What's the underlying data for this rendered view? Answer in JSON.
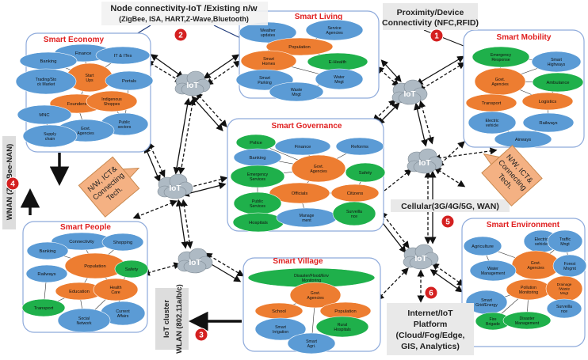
{
  "colors": {
    "blue": "#5b9bd5",
    "orange": "#ed7d31",
    "green": "#1fb04b",
    "red_title": "#e02020",
    "badge_red": "#d42020",
    "callout": "#f4b183",
    "cloud": "#aebac4",
    "box_border": "#8eaadb"
  },
  "callouts": {
    "node_title": "Node connectivity-IoT /Existing n/w",
    "node_sub": "(ZigBee, ISA, HART,Z-Wave,Bluetooth)",
    "proximity_1": "Proximity/Device",
    "proximity_2": "Connectivity (NFC,RFID)",
    "cellular": "Cellular(3G/4G/5G, WAN)",
    "wnan": "WNAN (Zig Bee-NAN)",
    "iot_cluster_1": "IoT cluster",
    "iot_cluster_2": "WLAN (802.11a/b/c)",
    "platform": [
      "Internet/IoT",
      "Platform",
      "(Cloud/Fog/Edge,",
      "GIS, Analytics)"
    ],
    "nw_left": [
      "N/W, ICT&",
      "Connecting",
      "Tech."
    ],
    "nw_right": [
      "N/W, ICT&",
      "Connecting",
      "Tech."
    ]
  },
  "badges": [
    "1",
    "2",
    "3",
    "4",
    "5",
    "6"
  ],
  "iot_label": "IoT",
  "boxes": {
    "economy": {
      "title": "Smart Economy",
      "nodes": [
        {
          "t": [
            "Finance"
          ],
          "c": "blue"
        },
        {
          "t": [
            "IT & ITes"
          ],
          "c": "blue"
        },
        {
          "t": [
            "Banking"
          ],
          "c": "blue"
        },
        {
          "t": [
            "Start",
            "Ups"
          ],
          "c": "orange"
        },
        {
          "t": [
            "Trading/Sto",
            "ck Market"
          ],
          "c": "blue"
        },
        {
          "t": [
            "Portals"
          ],
          "c": "blue"
        },
        {
          "t": [
            "Founders"
          ],
          "c": "orange"
        },
        {
          "t": [
            "Indigenous",
            "Shoppes"
          ],
          "c": "orange"
        },
        {
          "t": [
            "MNC"
          ],
          "c": "blue"
        },
        {
          "t": [
            "Public",
            "sectors"
          ],
          "c": "blue"
        },
        {
          "t": [
            "Govt.",
            "Agencies"
          ],
          "c": "blue"
        },
        {
          "t": [
            "Supply",
            "chain"
          ],
          "c": "blue"
        }
      ]
    },
    "living": {
      "title": "Smart Living",
      "nodes": [
        {
          "t": [
            "Weather",
            "updates"
          ],
          "c": "blue"
        },
        {
          "t": [
            "Service",
            "Agencies"
          ],
          "c": "blue"
        },
        {
          "t": [
            "Population"
          ],
          "c": "orange"
        },
        {
          "t": [
            "Smart",
            "Homes"
          ],
          "c": "orange"
        },
        {
          "t": [
            "E-Health"
          ],
          "c": "green"
        },
        {
          "t": [
            "Smart",
            "Parking"
          ],
          "c": "blue"
        },
        {
          "t": [
            "Water",
            "Mngt"
          ],
          "c": "blue"
        },
        {
          "t": [
            "Waste",
            "Mngt"
          ],
          "c": "blue"
        }
      ]
    },
    "mobility": {
      "title": "Smart Mobility",
      "nodes": [
        {
          "t": [
            "Emergency",
            "Response"
          ],
          "c": "green"
        },
        {
          "t": [
            "Smart",
            "Highways"
          ],
          "c": "blue"
        },
        {
          "t": [
            "Govt.",
            "Agencies"
          ],
          "c": "orange"
        },
        {
          "t": [
            "Ambulance"
          ],
          "c": "green"
        },
        {
          "t": [
            "Transport"
          ],
          "c": "orange"
        },
        {
          "t": [
            "Logistics"
          ],
          "c": "orange"
        },
        {
          "t": [
            "Electric",
            "vehicle"
          ],
          "c": "blue"
        },
        {
          "t": [
            "Railways"
          ],
          "c": "blue"
        },
        {
          "t": [
            "Airways"
          ],
          "c": "blue"
        }
      ]
    },
    "governance": {
      "title": "Smart Governance",
      "nodes": [
        {
          "t": [
            "Police"
          ],
          "c": "green"
        },
        {
          "t": [
            "Finance"
          ],
          "c": "blue"
        },
        {
          "t": [
            "Reforms"
          ],
          "c": "blue"
        },
        {
          "t": [
            "Banking"
          ],
          "c": "blue"
        },
        {
          "t": [
            "Govt.",
            "Agencies"
          ],
          "c": "orange"
        },
        {
          "t": [
            "Safety"
          ],
          "c": "green"
        },
        {
          "t": [
            "Emergency",
            "Services"
          ],
          "c": "green"
        },
        {
          "t": [
            "Officials"
          ],
          "c": "orange"
        },
        {
          "t": [
            "Citizens"
          ],
          "c": "orange"
        },
        {
          "t": [
            "Public",
            "Services"
          ],
          "c": "green"
        },
        {
          "t": [
            "Hospitals"
          ],
          "c": "green"
        },
        {
          "t": [
            "Manage",
            "ment"
          ],
          "c": "blue"
        },
        {
          "t": [
            "Surveilla",
            "nce"
          ],
          "c": "green"
        }
      ]
    },
    "people": {
      "title": "Smart People",
      "nodes": [
        {
          "t": [
            "Connectivity"
          ],
          "c": "blue"
        },
        {
          "t": [
            "Shopping"
          ],
          "c": "blue"
        },
        {
          "t": [
            "Banking"
          ],
          "c": "blue"
        },
        {
          "t": [
            "Population"
          ],
          "c": "orange"
        },
        {
          "t": [
            "Railways"
          ],
          "c": "blue"
        },
        {
          "t": [
            "Safety"
          ],
          "c": "green"
        },
        {
          "t": [
            "Education"
          ],
          "c": "orange"
        },
        {
          "t": [
            "Health",
            "Care"
          ],
          "c": "orange"
        },
        {
          "t": [
            "Transport"
          ],
          "c": "green"
        },
        {
          "t": [
            "Current",
            "Affairs"
          ],
          "c": "blue"
        },
        {
          "t": [
            "Social",
            "Network"
          ],
          "c": "blue"
        }
      ]
    },
    "village": {
      "title": "Smart Village",
      "nodes": [
        {
          "t": [
            "Disaster/Flood/Env",
            "Monitoring"
          ],
          "c": "green"
        },
        {
          "t": [
            "Govt.",
            "Agencies"
          ],
          "c": "orange"
        },
        {
          "t": [
            "School"
          ],
          "c": "orange"
        },
        {
          "t": [
            "Population"
          ],
          "c": "orange"
        },
        {
          "t": [
            "Smart",
            "Irrigation"
          ],
          "c": "blue"
        },
        {
          "t": [
            "Rural",
            "Hospitals"
          ],
          "c": "green"
        },
        {
          "t": [
            "Smart",
            "Agri."
          ],
          "c": "blue"
        }
      ]
    },
    "environment": {
      "title": "Smart Environment",
      "nodes": [
        {
          "t": [
            "Agriculture"
          ],
          "c": "blue"
        },
        {
          "t": [
            "Electric",
            "vehicle"
          ],
          "c": "blue"
        },
        {
          "t": [
            "Traffic",
            "Mngt"
          ],
          "c": "blue"
        },
        {
          "t": [
            "Govt.",
            "Agencies"
          ],
          "c": "orange"
        },
        {
          "t": [
            "Forest",
            "Mngmt"
          ],
          "c": "blue"
        },
        {
          "t": [
            "Water",
            "Management"
          ],
          "c": "blue"
        },
        {
          "t": [
            "Pollution",
            "Monitoring"
          ],
          "c": "orange"
        },
        {
          "t": [
            "Drainage",
            "/Waste",
            "Mngt"
          ],
          "c": "orange"
        },
        {
          "t": [
            "Smart",
            "Grid/Energy"
          ],
          "c": "blue"
        },
        {
          "t": [
            "Surveilla",
            "nce"
          ],
          "c": "blue"
        },
        {
          "t": [
            "Fire",
            "Brigade"
          ],
          "c": "green"
        },
        {
          "t": [
            "Disaster",
            "Management"
          ],
          "c": "green"
        }
      ]
    }
  }
}
